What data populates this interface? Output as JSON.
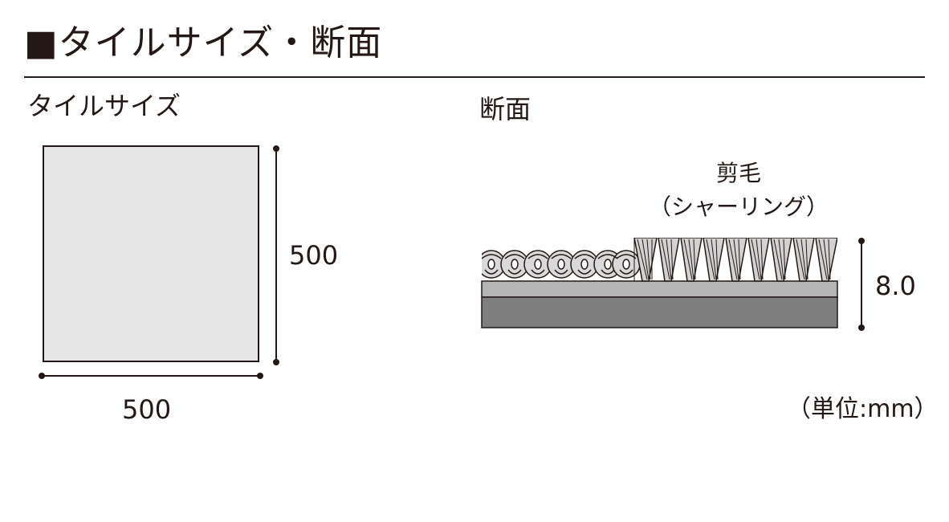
{
  "title": "■タイルサイズ・断面",
  "size_section": {
    "heading": "タイルサイズ",
    "width": "500",
    "height": "500"
  },
  "section_view": {
    "heading": "断面",
    "pile_label_line1": "剪毛",
    "pile_label_line2": "（シャーリング）",
    "thickness": "8.0"
  },
  "unit": "（単位:mm）",
  "colors": {
    "ink": "#231815",
    "tile_fill": "#e6e6e6",
    "backing_light": "#b4b4b4",
    "backing_dark": "#7f7f80",
    "pile": "#d2d2d2"
  }
}
